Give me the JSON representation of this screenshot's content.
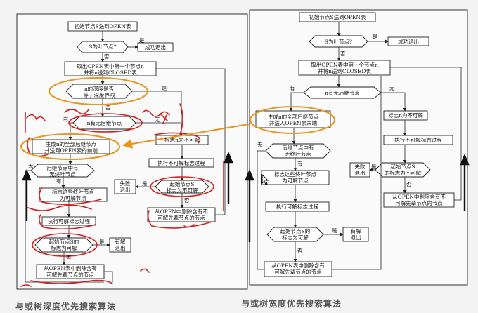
{
  "left_flowchart": {
    "start": "初始节点S送到OPEN表",
    "is_goal": "S为叶节点?",
    "success_exit": "成功退出",
    "take_first": "取出OPEN表中第一个节点n\n并将n送到CLOSED表",
    "depth_check": "n的深度是否\n等于深度界限",
    "no_successor": "n有无后继节点",
    "mark_unsolvable": "标志n为不可解",
    "gen_successors": "生成n的全部后继节点\n并送到OPEN表的前端",
    "leaf_check": "后继节点中有\n无终叶节点",
    "mark_solvable": "标志这些终叶节点\n为可解节点",
    "do_solvable_proc": "执行可解标志过程",
    "start_solvable": "起始节点S的\n标志为可解",
    "solvable_exit": "有解\n退出",
    "remove_solvable": "从OPEN表中删除含有\n可解先辈节点的节点",
    "do_unsolvable_proc": "执行不可解标志过程",
    "start_unsolvable": "起始节点S\n标志为不可解",
    "fail_exit": "失败\n退出",
    "remove_unsolvable": "从OPEN中删除含有不\n可解先辈节点的节点",
    "caption": "与或树深度优先搜索算法"
  },
  "right_flowchart": {
    "start": "初始节点S送到OPEN表",
    "is_goal": "S为叶节点?",
    "success_exit": "成功退出",
    "take_first": "取出OPEN表中第一个节点n\n并将n送到CLOSED表",
    "no_successor": "n有无后继节点",
    "gen_successors": "生成n的全部后继节点\n并送入OPEN表末端",
    "mark_unsolvable": "标志n为不可解",
    "do_unsolvable_proc": "执行不可解标志过程",
    "leaf_check": "后继节点中有\n无终叶节点",
    "start_unsolvable": "起始节点S\n的标志为不可解",
    "fail_exit": "失败\n退出",
    "mark_solvable": "标志这些终叶节点\n为可解节点",
    "remove_unsolvable": "从OPEN中删除含有不\n可解先辈节点的节点",
    "do_solvable_proc": "执行可解标志过程",
    "start_solvable": "起始节点S的\n标志为可解",
    "solvable_exit": "有解\n退出",
    "remove_solvable": "从OPEN表中删除含有\n可解先辈节点的节点",
    "caption": "与或树宽度优先搜索算法"
  },
  "edge_labels": {
    "yes": "是",
    "no": "否",
    "has": "有",
    "none": "无"
  },
  "colors": {
    "annotation_red": "#d42020",
    "annotation_orange": "#e8961e",
    "box_border": "#222222",
    "background": "#f3f3f3"
  }
}
